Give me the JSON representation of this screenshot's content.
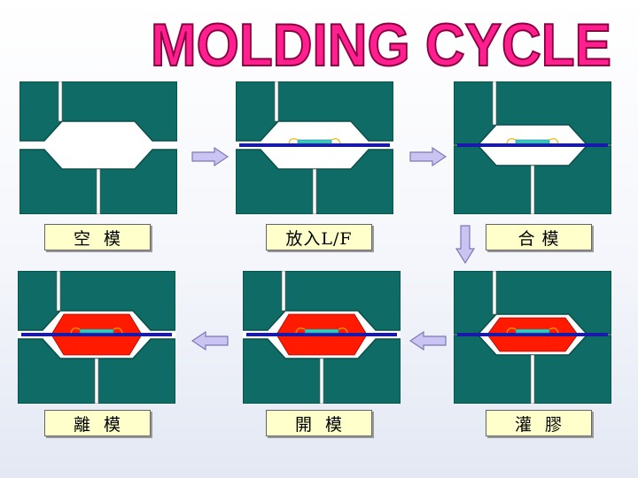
{
  "title": "MOLDING CYCLE",
  "steps": [
    {
      "label": "空  模",
      "resin": false,
      "leadframe": false,
      "closed": false
    },
    {
      "label": "放入L/F",
      "resin": false,
      "leadframe": true,
      "closed": false
    },
    {
      "label": "合 模",
      "resin": false,
      "leadframe": true,
      "closed": true
    },
    {
      "label": "灌  膠",
      "resin": true,
      "leadframe": true,
      "closed": true
    },
    {
      "label": "開  模",
      "resin": true,
      "leadframe": true,
      "closed": false
    },
    {
      "label": "離  模",
      "resin": true,
      "leadframe": true,
      "closed": false
    }
  ],
  "flow": [
    "right",
    "right",
    "down",
    "left",
    "left"
  ],
  "colors": {
    "mold": "#0e6b66",
    "mold_edge": "#0a4e4a",
    "cavity": "#ffffff",
    "resin": "#ff1a00",
    "leadframe": "#1a1aaa",
    "die": "#39c9c0",
    "wire": "#e8b000",
    "title_fill": "#ff1f8e",
    "title_stroke": "#8a0040",
    "label_bg": "#ffffcc",
    "arrow_fill": "#c9c4f2",
    "arrow_stroke": "#7d78b8"
  }
}
